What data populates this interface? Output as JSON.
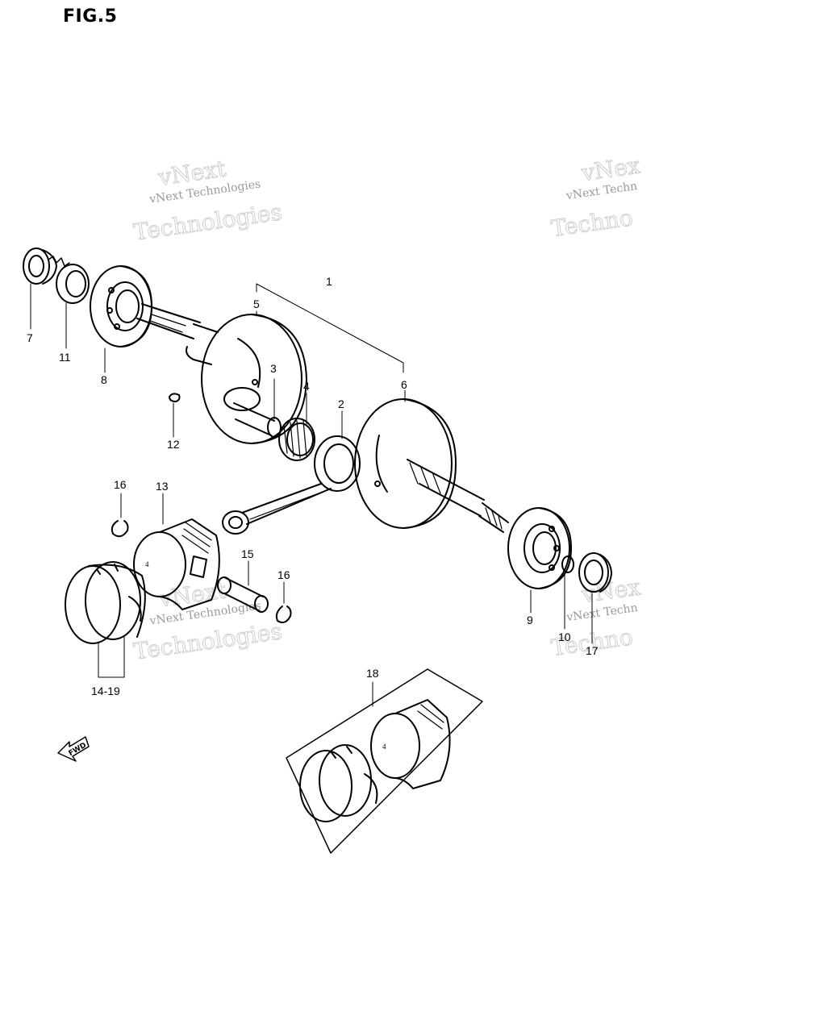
{
  "figure": {
    "title": "FIG.5"
  },
  "watermark": {
    "line1": "vNext",
    "line2": "vNext Technologies",
    "line3": "Technologies",
    "partial1": "vNex",
    "partial2": "vNext Techn",
    "partial3": "Techno"
  },
  "fwd_label": "FWD",
  "callouts": [
    "1",
    "2",
    "3",
    "4",
    "5",
    "6",
    "7",
    "8",
    "9",
    "10",
    "11",
    "12",
    "13",
    "14-19",
    "15",
    "16",
    "16",
    "17",
    "18"
  ]
}
